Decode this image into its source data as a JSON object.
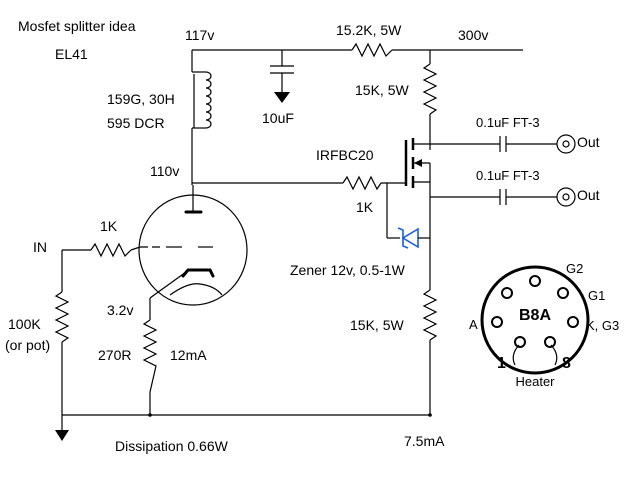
{
  "title": "Mosfet splitter idea",
  "tube": "EL41",
  "supply": {
    "b_plus": "117v",
    "hv": "300v"
  },
  "choke": {
    "model": "159G, 30H",
    "dcr": "595 DCR"
  },
  "capacitor_bypass": "10uF",
  "resistor_series": "15.2K, 5W",
  "resistor_drain": "15K, 5W",
  "mosfet": "IRFBC20",
  "gate_resistor": "1K",
  "plate_voltage": "110v",
  "coupling_cap_1": "0.1uF FT-3",
  "coupling_cap_2": "0.1uF FT-3",
  "out_1": "Out",
  "out_2": "Out",
  "grid_resistor": "1K",
  "input": "IN",
  "zener": "Zener 12v, 0.5-1W",
  "resistor_source": "15K, 5W",
  "grid_leak": {
    "value": "100K",
    "note": "(or pot)"
  },
  "cathode_voltage": "3.2v",
  "cathode_resistor": "270R",
  "cathode_current": "12mA",
  "dissipation": "Dissipation 0.66W",
  "mosfet_current": "7.5mA",
  "socket": {
    "type": "B8A",
    "pins": {
      "g2": "G2",
      "g1": "G1",
      "a": "A",
      "k": "K, G3",
      "p1": "1",
      "p8": "8",
      "heater": "Heater"
    }
  }
}
